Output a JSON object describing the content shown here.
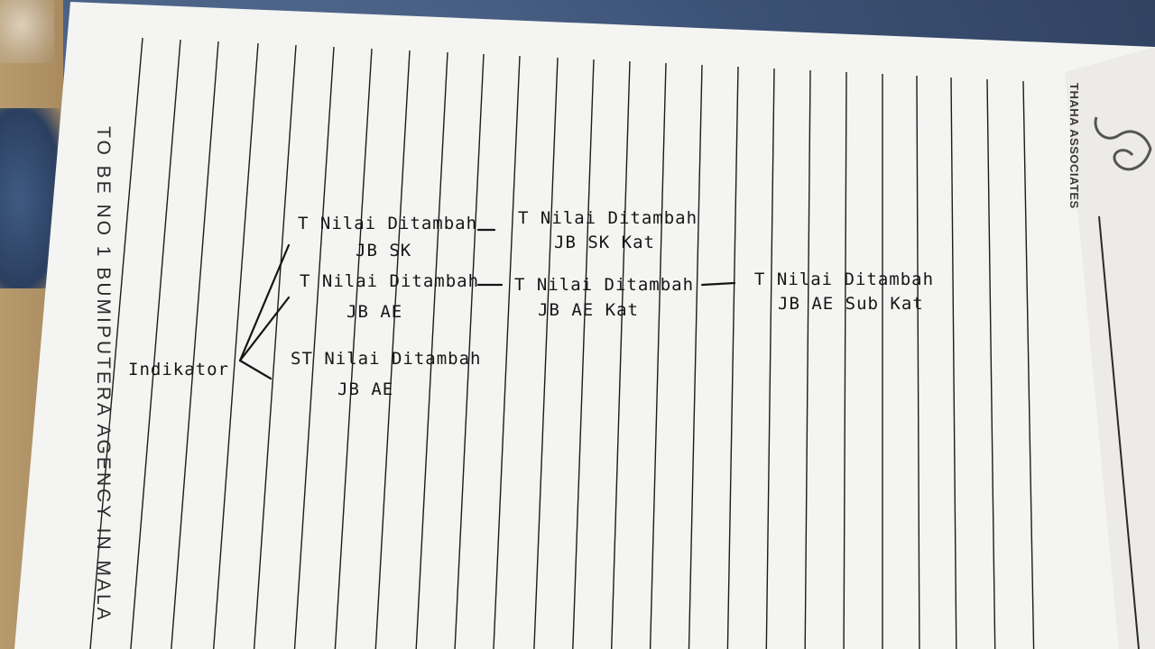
{
  "notebook": {
    "side_slogan": "TO BE NO 1 BUMIPUTERA AGENCY IN MALA",
    "brand_name": "THAHA ASSOCIATES"
  },
  "diagram": {
    "root": "Indikator",
    "row1": {
      "a_line1": "T Nilai Ditambah",
      "a_line2": "JB SK",
      "b_line1": "T Nilai Ditambah",
      "b_line2": "JB SK Kat"
    },
    "row2": {
      "a_line1": "T Nilai Ditambah",
      "a_line2": "JB AE",
      "b_line1": "T Nilai Ditambah",
      "b_line2": "JB AE Kat",
      "c_line1": "T Nilai Ditambah",
      "c_line2": "JB AE Sub Kat"
    },
    "row3": {
      "a_line1": "ST Nilai Ditambah",
      "a_line2": "JB AE"
    }
  }
}
